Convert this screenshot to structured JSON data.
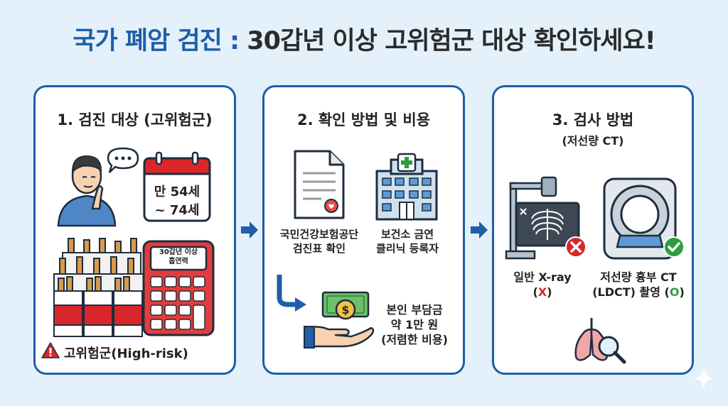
{
  "title": {
    "part1": "국가 폐암 검진 : ",
    "part2": "30갑년 이상 고위험군 대상 확인하세요!"
  },
  "panel1": {
    "heading": "1. 검진 대상 (고위험군)",
    "calendar_line1": "만 54세",
    "calendar_line2": "~ 74세",
    "calculator_line1": "30갑년 이상",
    "calculator_line2": "흡연력",
    "risk_label": "고위험군(High-risk)"
  },
  "panel2": {
    "heading": "2. 확인 방법 및 비용",
    "doc_label_line1": "국민건강보험공단",
    "doc_label_line2": "검진표 확인",
    "clinic_label_line1": "보건소 금연",
    "clinic_label_line2": "클리닉 등록자",
    "cost_line1": "본인 부담금",
    "cost_line2": "약 1만 원",
    "cost_line3": "(저렴한 비용)"
  },
  "panel3": {
    "heading": "3. 검사 방법",
    "subheading": "(저선량 CT)",
    "xray_label": "일반 X-ray",
    "xray_mark_open": "(",
    "xray_mark": "X",
    "xray_mark_close": ")",
    "ct_label": "저선량 흉부 CT",
    "ct_label2_prefix": "(LDCT) 촬영 (",
    "ct_mark": "O",
    "ct_mark_close": ")"
  },
  "colors": {
    "accent_blue": "#1f5ea8",
    "title_blue": "#1c5fa8",
    "background": "#e4f0fa",
    "red": "#d9262b",
    "green": "#2e9c3f"
  },
  "icons": [
    "thinking-person-icon",
    "speech-bubble-icon",
    "calendar-icon",
    "cigarette-packs-icon",
    "calculator-icon",
    "warning-icon",
    "document-icon",
    "hospital-icon",
    "money-hand-icon",
    "xray-machine-icon",
    "ct-scanner-icon",
    "lungs-magnifier-icon",
    "right-arrow-icon",
    "sparkle-icon"
  ]
}
